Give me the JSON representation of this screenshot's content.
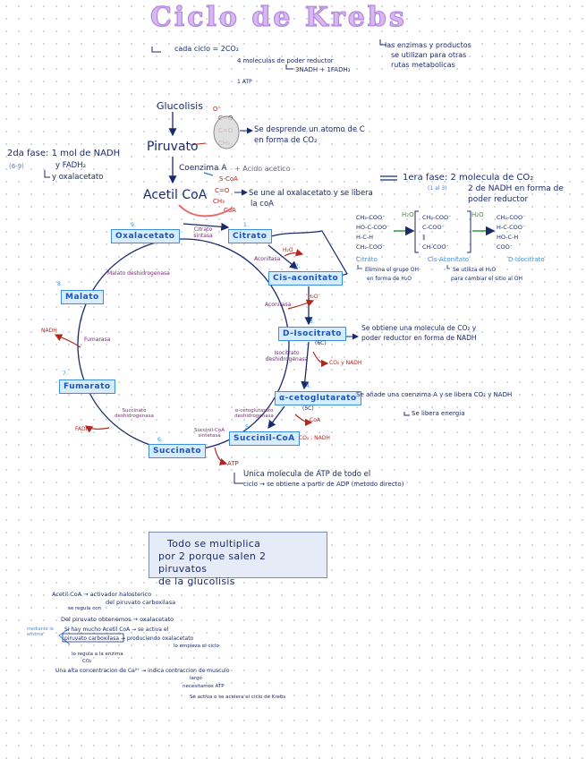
{
  "title": "Ciclo de Krebs",
  "header": {
    "cada_ciclo": "cada ciclo = 2CO₂",
    "moleculas": "4 moleculas de poder reductor",
    "nadh": "3NADH + 1FADH₂",
    "atp": "1 ATP",
    "enzimas_1": "las enzimas y productos",
    "enzimas_2": "se utilizan para otras",
    "enzimas_3": "rutas metabolicas"
  },
  "left_notes": {
    "fase2": "2da fase: 1 mol de NADH",
    "fase2_range": "(6-9)",
    "fadh": "y FADH₂",
    "oxalo": "y oxalacetato"
  },
  "pre": {
    "glucolisis": "Glucolisis",
    "piruvato": "Piruvato",
    "coenzima": "Coenzima A",
    "acido": "+ Acido acetico",
    "acetil": "Acetil CoA",
    "desprende_1": "Se desprende un atomo de C",
    "desprende_2": "en forma de CO₂",
    "une_1": "Se une al oxalacetato y se libera",
    "une_2": "la coA",
    "scoa": "S-CoA",
    "coa": "CoA",
    "o1": "O⁻",
    "c_o": "C=O",
    "ch3": "CH₃"
  },
  "fase1": {
    "label": "1era fase: 2 molecula de CO₂",
    "range": "(1 al 3)",
    "line2": "2 de NADH en forma de",
    "line3": "poder reductor",
    "citrato": "Citrato",
    "cis": "Cis-Aconitato",
    "isocitrato": "D-Isocitrato",
    "elimina_1": "Elimina el grupo OH",
    "elimina_2": "en forma de H₂O",
    "utiliza_1": "Se utiliza el H₂O",
    "utiliza_2": "para cambiar el sitio al OH",
    "h2o": "H₂O"
  },
  "cycle": {
    "oxalacetato": "Oxalacetato",
    "citrato": "Citrato",
    "cis": "Cis-aconitato",
    "isocitrato": "D-Isocitrato",
    "ceto": "α-cetoglutarato",
    "succoa": "Succinil-CoA",
    "succinato": "Succinato",
    "fumarato": "Fumarato",
    "malato": "Malato",
    "citrato_sintasa": "Citrato sintasa",
    "aconitasa1": "Aconitasa",
    "aconitasa2": "Aconitasa",
    "isocitrato_desh": "Isocitrato deshidrogenasa",
    "ceto_desh": "α-cetoglutarato deshidrogenasa",
    "succ_sintetasa": "Succinil-CoA sintetasa",
    "succ_desh": "Succinato deshidrogenasa",
    "fumarasa": "Fumarasa",
    "malato_desh": "Malato deshidrogenasa",
    "h2o_a": "H₂O",
    "h2o_b": "H₂O",
    "co2_nadh": "CO₂ y NADH",
    "co2_nadh2": "CO₂ ; NADH",
    "coa_in": "CoA",
    "fadh2": "FADH₂",
    "nadh": "NADH",
    "atp": "ATP",
    "sixc": "(6C)",
    "fivec": "(5C)",
    "n1": "1.",
    "n2": "2.",
    "n3": "3.",
    "n4": "4.",
    "n5": "5.",
    "n6": "6.",
    "n7": "7.",
    "n8": "8.",
    "n9": "9."
  },
  "side_notes": {
    "iso_1": "Se obtiene una molecula de CO₂ y",
    "iso_2": "poder reductor en forma de NADH",
    "ceto_1": "Se añade una coenzima A y se libera CO₂ y NADH",
    "ceto_2": "Se libera energia",
    "atp_1": "Unica molecula de ATP de todo el",
    "atp_2": "ciclo → se obtiene a partir de ADP (metodo directo)"
  },
  "box_note": {
    "line1": "Todo se multiplica",
    "line2": "por 2 porque salen 2 piruvatos",
    "line3": "de la glucolisis"
  },
  "bottom": {
    "l1": "Acetil CoA → activador halosterico",
    "l1b": "del piruvato carboxilasa",
    "l2": "se regula con",
    "l3": "Del piruvato obtenemos → oxalacetato",
    "side": "mediante la enzima",
    "l4": "Si hay mucho Acetil CoA → se activa el",
    "l5": "piruvato carboxilasa → produciendo oxalacetato",
    "l5b": "lo empieza el ciclo",
    "l6": "lo regula a la enzima",
    "l6b": "CO₂",
    "l7": "Una alta concentracion de Ca²⁺ → indica contraccion de musculo",
    "l7b": "largo",
    "l8": "necesitamos ATP",
    "l9": "Se activa o se acelera el ciclo de Krebs"
  }
}
